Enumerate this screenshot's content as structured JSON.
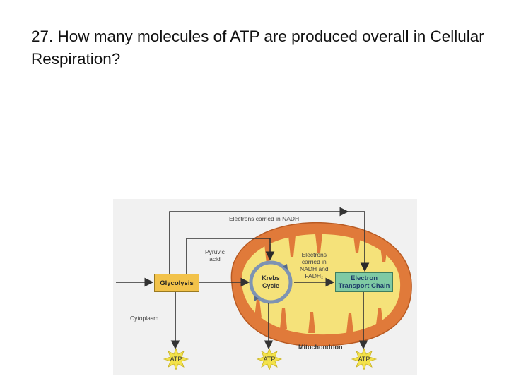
{
  "slide": {
    "question": "27. How many molecules of ATP are produced overall in Cellular Respiration?"
  },
  "diagram": {
    "electrons_nadh": "Electrons carried in NADH",
    "pyruvic_acid": "Pyruvic\nacid",
    "electrons_nadh_fadh2": "Electrons\ncarried in\nNADH and\nFADH₂",
    "glycolysis": "Glycolysis",
    "krebs_cycle": "Krebs\nCycle",
    "etc": "Electron\nTransport Chain",
    "cytoplasm": "Cytoplasm",
    "mitochondrion": "Mitochondrion",
    "atp_glycolysis": "ATP",
    "atp_krebs": "ATP",
    "atp_etc": "ATP"
  },
  "colors": {
    "mitochondrion_outer": "#e07a3a",
    "mitochondrion_inner": "#f5e27a",
    "glycolysis_box": "#f2c24a",
    "etc_box": "#7fcaa4",
    "atp_burst": "#f3e24a"
  }
}
